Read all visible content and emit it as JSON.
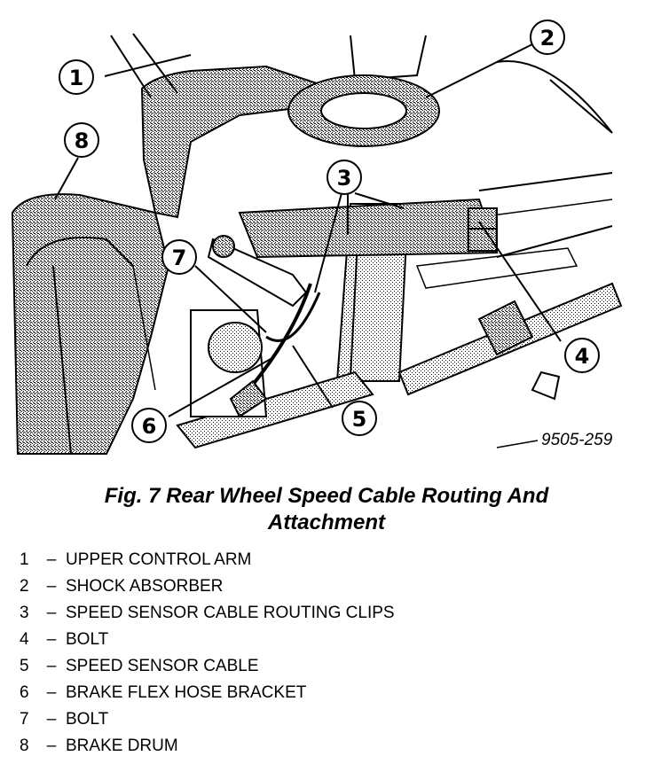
{
  "figure": {
    "id_label": "9505-259",
    "callouts": [
      "1",
      "2",
      "3",
      "4",
      "5",
      "6",
      "7",
      "8"
    ]
  },
  "caption": {
    "line1": "Fig. 7 Rear Wheel Speed Cable Routing And",
    "line2": "Attachment"
  },
  "legend": [
    {
      "num": "1",
      "dash": "–",
      "text": "UPPER CONTROL ARM"
    },
    {
      "num": "2",
      "dash": "–",
      "text": "SHOCK ABSORBER"
    },
    {
      "num": "3",
      "dash": "–",
      "text": "SPEED SENSOR CABLE ROUTING CLIPS"
    },
    {
      "num": "4",
      "dash": "–",
      "text": "BOLT"
    },
    {
      "num": "5",
      "dash": "–",
      "text": "SPEED SENSOR CABLE"
    },
    {
      "num": "6",
      "dash": "–",
      "text": "BRAKE FLEX HOSE BRACKET"
    },
    {
      "num": "7",
      "dash": "–",
      "text": "BOLT"
    },
    {
      "num": "8",
      "dash": "–",
      "text": "BRAKE DRUM"
    }
  ]
}
